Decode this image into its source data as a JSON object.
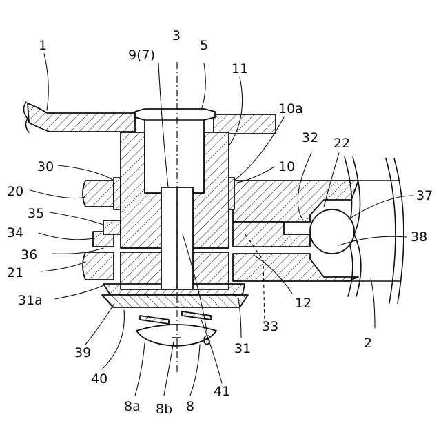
{
  "figure": {
    "labels": [
      {
        "id": "1",
        "text": "1"
      },
      {
        "id": "3",
        "text": "3"
      },
      {
        "id": "9-7",
        "text": "9(7)"
      },
      {
        "id": "5",
        "text": "5"
      },
      {
        "id": "11",
        "text": "11"
      },
      {
        "id": "10a",
        "text": "10a"
      },
      {
        "id": "32",
        "text": "32"
      },
      {
        "id": "22",
        "text": "22"
      },
      {
        "id": "30",
        "text": "30"
      },
      {
        "id": "10",
        "text": "10"
      },
      {
        "id": "37",
        "text": "37"
      },
      {
        "id": "20",
        "text": "20"
      },
      {
        "id": "35",
        "text": "35"
      },
      {
        "id": "34",
        "text": "34"
      },
      {
        "id": "38",
        "text": "38"
      },
      {
        "id": "36",
        "text": "36"
      },
      {
        "id": "21",
        "text": "21"
      },
      {
        "id": "31a",
        "text": "31a"
      },
      {
        "id": "12",
        "text": "12"
      },
      {
        "id": "33",
        "text": "33"
      },
      {
        "id": "39",
        "text": "39"
      },
      {
        "id": "6",
        "text": "6"
      },
      {
        "id": "31",
        "text": "31"
      },
      {
        "id": "2",
        "text": "2"
      },
      {
        "id": "40",
        "text": "40"
      },
      {
        "id": "41",
        "text": "41"
      },
      {
        "id": "8a",
        "text": "8a"
      },
      {
        "id": "8b",
        "text": "8b"
      },
      {
        "id": "8",
        "text": "8"
      }
    ]
  }
}
